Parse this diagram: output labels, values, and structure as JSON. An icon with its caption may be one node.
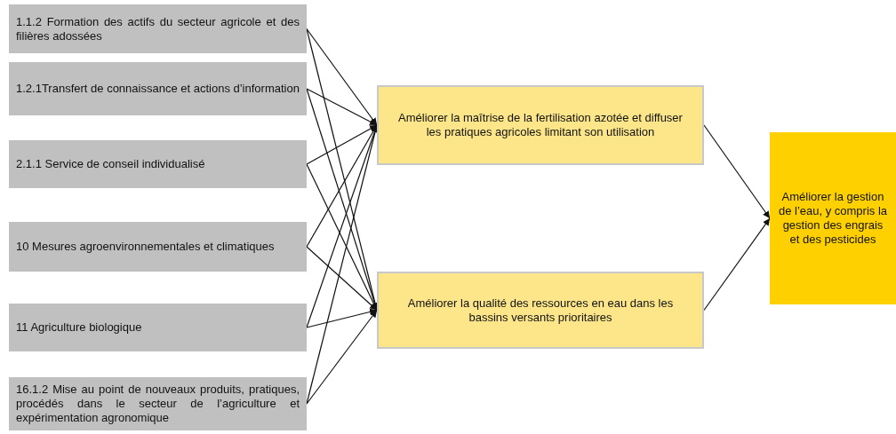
{
  "diagram": {
    "nodes": [
      {
        "text": [
          "1.1.2 Formation des actifs du secteur agricole et des filières adossées"
        ]
      },
      {
        "text": [
          "1.2.1Transfert de connaissance et actions d’information"
        ]
      },
      {
        "text": [
          "2.1.1 Service de conseil individualisé"
        ]
      },
      {
        "text": [
          "10 Mesures agroenvironnementales et climatiques"
        ]
      },
      {
        "text": [
          "11 Agriculture biologique"
        ]
      },
      {
        "text": [
          "16.1.2 Mise au point de nouveaux produits, pratiques, procédés dans le secteur de l’agriculture et expérimentation agronomique"
        ]
      },
      {
        "text": [
          "Améliorer la maîtrise de la fertilisation azotée et diffuser les pratiques agricoles limitant son utilisation"
        ]
      },
      {
        "text": [
          "Améliorer la qualité des ressources en eau dans les bassins versants prioritaires"
        ]
      },
      {
        "text": [
          "Améliorer la gestion de l’eau, y compris la gestion des engrais et des pesticides"
        ]
      }
    ],
    "edges": [
      {
        "from": 0,
        "to": 6,
        "arrow": "to"
      },
      {
        "from": 0,
        "to": 7,
        "arrow": "to"
      },
      {
        "from": 1,
        "to": 6,
        "arrow": "to"
      },
      {
        "from": 1,
        "to": 7,
        "arrow": "to"
      },
      {
        "from": 2,
        "to": 6,
        "arrow": "to"
      },
      {
        "from": 2,
        "to": 7,
        "arrow": "to"
      },
      {
        "from": 3,
        "to": 6,
        "arrow": "to"
      },
      {
        "from": 3,
        "to": 7,
        "arrow": "to"
      },
      {
        "from": 4,
        "to": 6,
        "arrow": "to"
      },
      {
        "from": 4,
        "to": 7,
        "arrow": "to"
      },
      {
        "from": 5,
        "to": 6,
        "arrow": "to"
      },
      {
        "from": 5,
        "to": 7,
        "arrow": "to"
      },
      {
        "from": 6,
        "to": 8,
        "arrow": "to"
      },
      {
        "from": 7,
        "to": 8,
        "arrow": "to"
      }
    ]
  }
}
